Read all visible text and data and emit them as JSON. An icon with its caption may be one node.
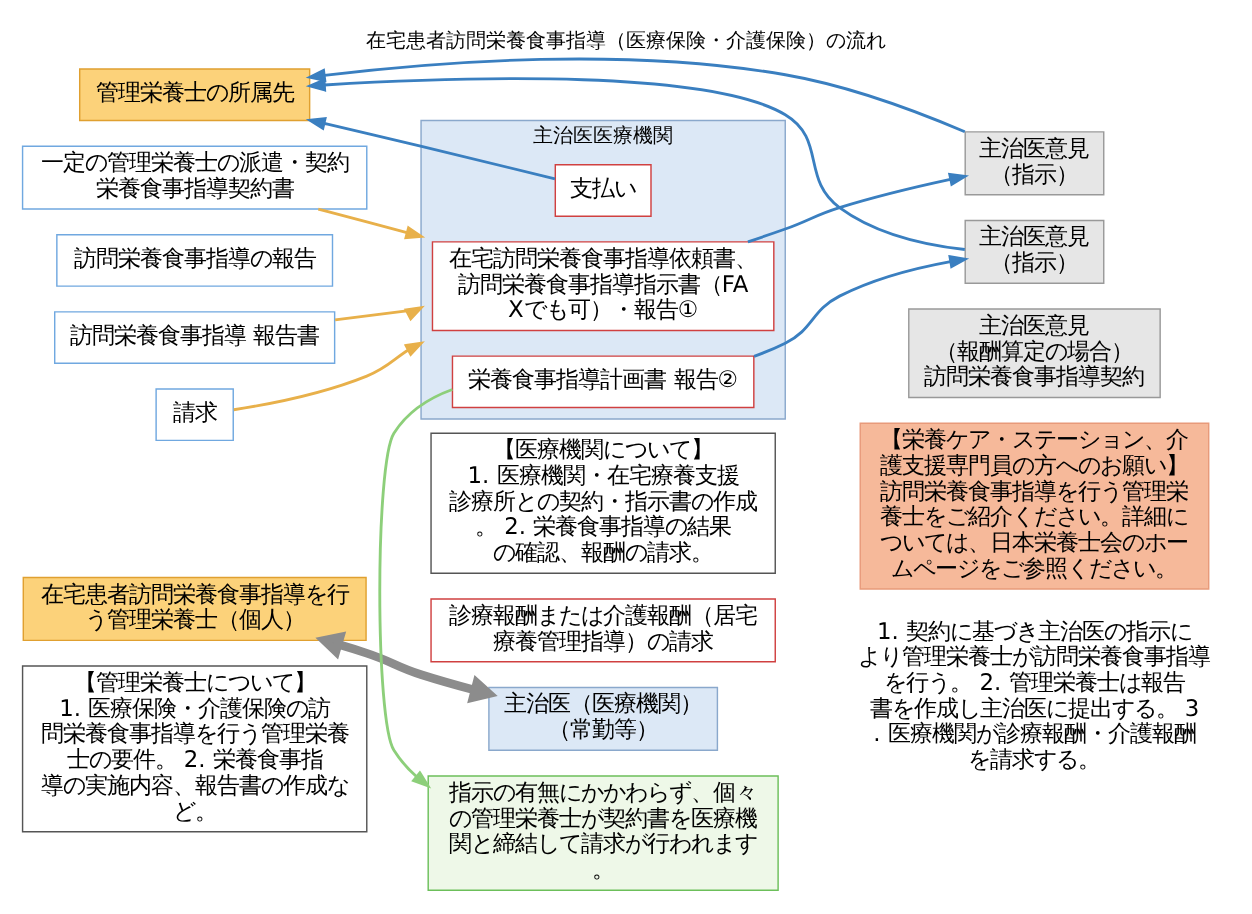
{
  "diagram": {
    "title": "在宅患者訪問栄養食事指導（医療保険・介護保険）の流れ",
    "nodes": [
      {
        "text": [
          "在宅患者訪問栄養食事指導を行う管理栄養士（個人）"
        ]
      },
      {
        "text": [
          "主治医意見",
          "（報酬算定の場合）",
          "訪問栄養食事指導契約"
        ]
      },
      {
        "text": [
          "主治医（医療機関）",
          "（常勤等）"
        ]
      },
      {
        "text": [
          "【栄養ケア・ステーション、介護支援専門員の方へのお願い】訪問栄養食事指導を行う管理栄養士をご紹介ください。詳細については、日本栄養士会のホームページをご参照ください。"
        ]
      },
      {
        "text": [
          "指示の有無にかかわらず、個々の管理栄養士が契約書を医療機関と締結して請求が行われます。"
        ]
      },
      {
        "text": [
          "管理栄養士の所属先"
        ]
      },
      {
        "text": [
          "主治医意見",
          "（指示）"
        ]
      },
      {
        "text": [
          "主治医意見",
          "（指示）"
        ]
      },
      {
        "text": [
          "主治医医療機関"
        ]
      },
      {
        "text": [
          "在宅訪問栄養食事指導依頼書、訪問栄養食事指導指示書（FAXでも可）・報告①"
        ],
        "in": 8
      },
      {
        "text": [
          "栄養食事指導計画書 報告②"
        ],
        "in": 8
      },
      {
        "text": [
          "一定の管理栄養士の派遣・契約栄養食事指導契約書"
        ]
      },
      {
        "text": [
          "訪問栄養食事指導の報告"
        ]
      },
      {
        "text": [
          "訪問栄養食事指導 報告書"
        ]
      },
      {
        "text": [
          "請求"
        ]
      },
      {
        "text": [
          "支払い"
        ],
        "in": 8
      },
      {
        "text": [
          "診療報酬または介護報酬（居宅療養管理指導）の請求"
        ]
      },
      {
        "text": [
          "【管理栄養士について】",
          "1. 医療保険・介護保険の訪問栄養食事指導を行う管理栄養士の要件。 2. 栄養食事指導の実施内容、報告書の作成など。"
        ]
      },
      {
        "text": [
          "【医療機関について】",
          "1. 医療機関・在宅療養支援診療所との契約・指示書の作成。 2. 栄養食事指導の結果の確認、報酬の請求。"
        ]
      }
    ],
    "edges": [
      {
        "from": 0,
        "to": 2,
        "arrow": "both",
        "style": "thick",
        "color": "#8c8c8c"
      },
      {
        "from": 9,
        "to": 6,
        "arrow": "to"
      },
      {
        "from": 6,
        "to": 5,
        "arrow": "to"
      },
      {
        "from": 11,
        "to": 8,
        "arrow": "to",
        "color": "#e8b04a"
      },
      {
        "from": 10,
        "to": 7,
        "arrow": "to"
      },
      {
        "from": 7,
        "to": 5,
        "arrow": "to"
      },
      {
        "from": 13,
        "to": 8,
        "arrow": "to",
        "color": "#e8b04a"
      },
      {
        "from": 14,
        "to": 8,
        "arrow": "to",
        "color": "#e8b04a"
      },
      {
        "from": 15,
        "to": 5,
        "arrow": "to"
      },
      {
        "from": 10,
        "to": 4,
        "arrow": "to",
        "color": "#8dcf7a"
      }
    ],
    "labels": [
      "1. 契約に基づき主治医の指示により管理栄養士が訪問栄養食事指導を行う。 2. 管理栄養士は報告書を作成し主治医に提出する。 3. 医療機関が診療報酬・介護報酬を請求する。"
    ]
  }
}
